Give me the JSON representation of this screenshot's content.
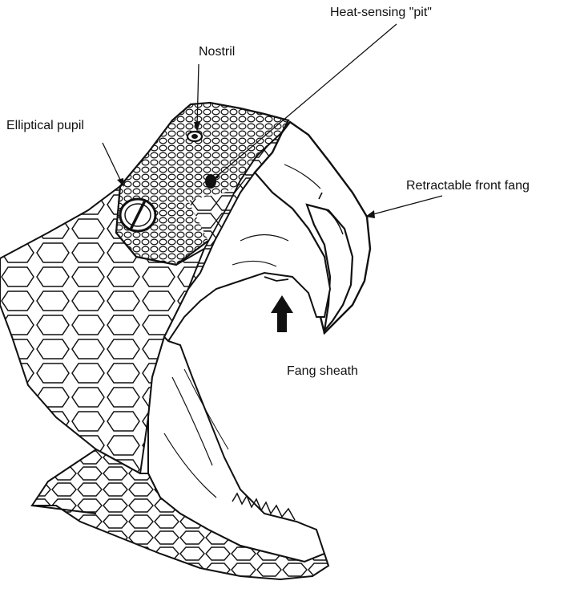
{
  "labels": {
    "heat_pit": "Heat-sensing \"pit\"",
    "nostril": "Nostril",
    "pupil": "Elliptical pupil",
    "fang": "Retractable front fang",
    "sheath": "Fang sheath"
  },
  "colors": {
    "ink": "#111111",
    "paper": "#ffffff"
  }
}
